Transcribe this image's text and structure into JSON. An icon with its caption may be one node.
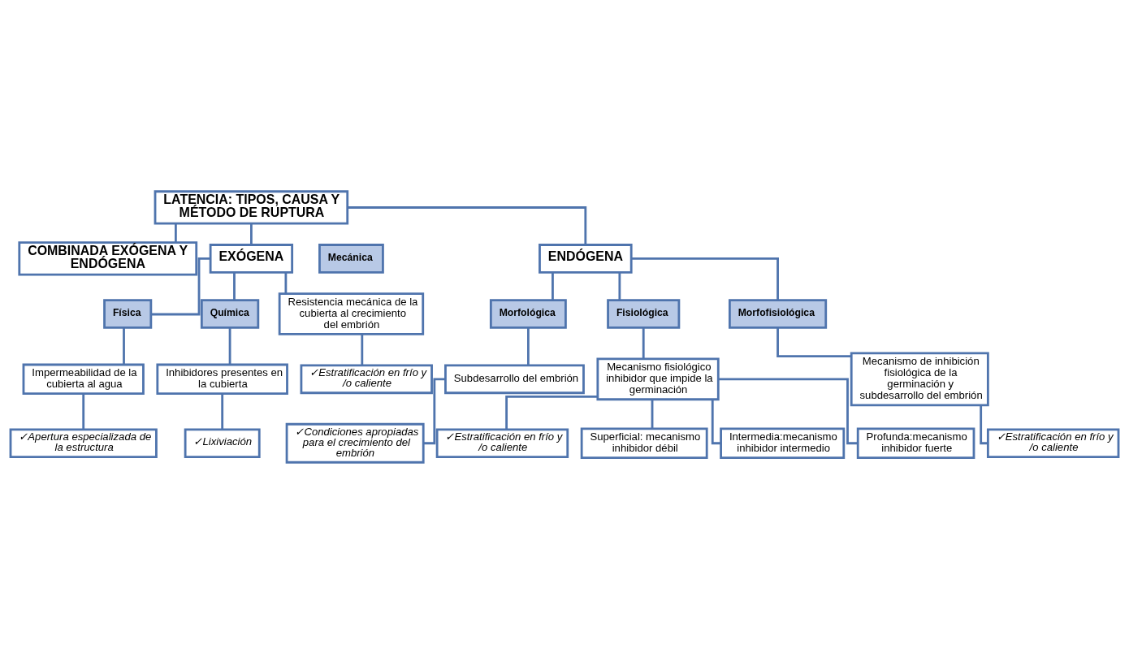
{
  "diagram": {
    "nodes": [
      {
        "text": [
          "LATENCIA: TIPOS, CAUSA Y MÉTODO DE RUPTURA"
        ]
      },
      {
        "text": [
          "COMBINADA EXÓGENA Y ENDÓGENA"
        ]
      },
      {
        "text": [
          "EXÓGENA"
        ]
      },
      {
        "text": [
          "ENDÓGENA"
        ]
      },
      {
        "text": [
          "Física"
        ]
      },
      {
        "text": [
          "Química"
        ]
      },
      {
        "text": [
          "Impermeabilidad de la cubierta al agua"
        ]
      },
      {
        "text": [
          "✓Apertura especializada de la estructura"
        ]
      },
      {
        "text": [
          "Inhibidores presentes en la cubierta"
        ]
      },
      {
        "text": [
          "✓Lixiviación"
        ]
      },
      {
        "text": [
          "Mecánica"
        ]
      },
      {
        "text": [
          "Resistencia mecánica de la cubierta al crecimiento del embrión"
        ]
      },
      {
        "text": [
          "✓Estratificación en frío y /o caliente"
        ]
      },
      {
        "text": [
          "Morfológica"
        ]
      },
      {
        "text": [
          "Fisiológica"
        ]
      },
      {
        "text": [
          "Subdesarrollo del embrión"
        ]
      },
      {
        "text": [
          "✓Condiciones apropiadas para el crecimiento del embrión"
        ]
      },
      {
        "text": [
          "Mecanismo fisiológico inhibidor que impide la germinación"
        ]
      },
      {
        "text": [
          "✓Estratificación en frío y /o caliente"
        ]
      },
      {
        "text": [
          "Superficial: mecanismo inhibidor débil"
        ]
      },
      {
        "text": [
          "Intermedia:mecanismo inhibidor intermedio"
        ]
      },
      {
        "text": [
          "Profunda:mecanismo inhibidor fuerte"
        ]
      },
      {
        "text": [
          "Morfofisiológica"
        ]
      },
      {
        "text": [
          "Mecanismo de inhibición fisiológica de la germinación y subdesarrollo del embrión"
        ]
      },
      {
        "text": [
          "✓Estratificación en frío y /o caliente"
        ]
      }
    ],
    "edges": [
      {
        "from": 0,
        "to": 1,
        "arrow": "none"
      },
      {
        "from": 0,
        "to": 2,
        "arrow": "none"
      },
      {
        "from": 0,
        "to": 3,
        "arrow": "none"
      },
      {
        "from": 2,
        "to": 4,
        "arrow": "none"
      },
      {
        "from": 2,
        "to": 5,
        "arrow": "none"
      },
      {
        "from": 2,
        "to": 11,
        "arrow": "none"
      },
      {
        "from": 4,
        "to": 6,
        "arrow": "none"
      },
      {
        "from": 6,
        "to": 7,
        "arrow": "none"
      },
      {
        "from": 5,
        "to": 8,
        "arrow": "none"
      },
      {
        "from": 8,
        "to": 9,
        "arrow": "none"
      },
      {
        "from": 11,
        "to": 12,
        "arrow": "none"
      },
      {
        "from": 3,
        "to": 13,
        "arrow": "none"
      },
      {
        "from": 3,
        "to": 14,
        "arrow": "none"
      },
      {
        "from": 3,
        "to": 22,
        "arrow": "none"
      },
      {
        "from": 13,
        "to": 15,
        "arrow": "none"
      },
      {
        "from": 15,
        "to": 16,
        "arrow": "none"
      },
      {
        "from": 14,
        "to": 17,
        "arrow": "none"
      },
      {
        "from": 17,
        "to": 18,
        "arrow": "none"
      },
      {
        "from": 17,
        "to": 19,
        "arrow": "none"
      },
      {
        "from": 17,
        "to": 20,
        "arrow": "none"
      },
      {
        "from": 17,
        "to": 21,
        "arrow": "none"
      },
      {
        "from": 22,
        "to": 23,
        "arrow": "none"
      },
      {
        "from": 23,
        "to": 24,
        "arrow": "none"
      }
    ]
  }
}
